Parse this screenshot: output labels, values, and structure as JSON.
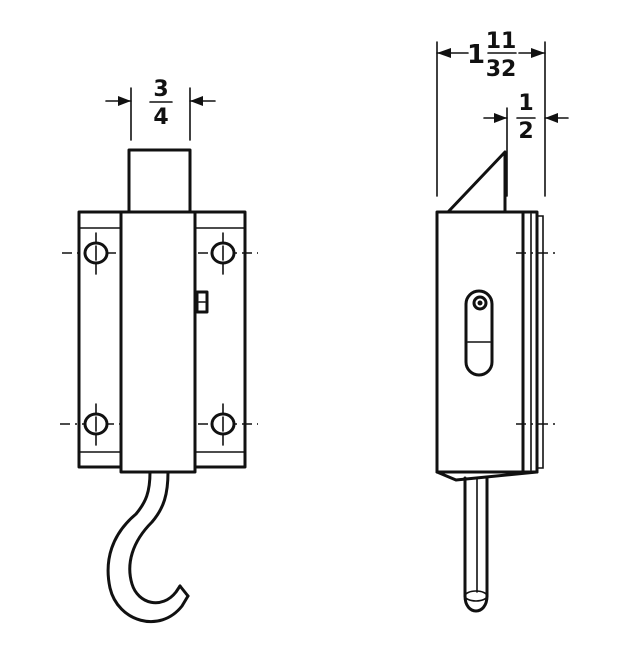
{
  "dimensions": {
    "front_width": {
      "numerator": "3",
      "denominator": "4"
    },
    "side_depth": {
      "whole": "1",
      "numerator": "11",
      "denominator": "32"
    },
    "side_bevel": {
      "numerator": "1",
      "denominator": "2"
    }
  }
}
